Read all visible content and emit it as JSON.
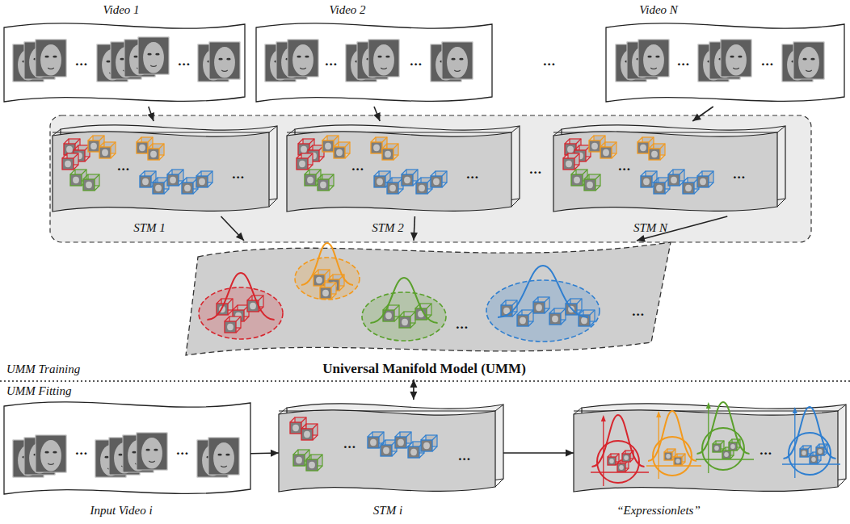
{
  "diagram": {
    "nodes": [
      {
        "text": [
          "Video 1",
          "...",
          "..."
        ]
      },
      {
        "text": [
          "Video 2",
          "...",
          "..."
        ]
      },
      {
        "text": [
          "Video N",
          "...",
          "..."
        ]
      },
      {
        "text": [
          "STM 1",
          "...",
          "..."
        ]
      },
      {
        "text": [
          "STM 2",
          "...",
          "..."
        ]
      },
      {
        "text": [
          "STM N",
          "...",
          "..."
        ]
      },
      {
        "text": [
          "Universal Manifold Model (UMM)",
          "...",
          "..."
        ]
      },
      {
        "text": [
          "Input Video i",
          "...",
          "..."
        ]
      },
      {
        "text": [
          "STM i",
          "...",
          "..."
        ]
      },
      {
        "text": [
          "“Expressionlets”",
          "..."
        ]
      }
    ],
    "edges": [
      {
        "from": 0,
        "to": 3,
        "arrow": "to"
      },
      {
        "from": 1,
        "to": 4,
        "arrow": "to"
      },
      {
        "from": 2,
        "to": 5,
        "arrow": "to"
      },
      {
        "from": 3,
        "to": 6,
        "arrow": "to"
      },
      {
        "from": 4,
        "to": 6,
        "arrow": "to"
      },
      {
        "from": 5,
        "to": 6,
        "arrow": "to"
      },
      {
        "from": 6,
        "to": 8,
        "arrow": "both"
      },
      {
        "from": 7,
        "to": 8,
        "arrow": "to"
      },
      {
        "from": 8,
        "to": 9,
        "arrow": "to"
      }
    ],
    "labels": [
      "UMM Training",
      "UMM Fitting",
      "...",
      "..."
    ]
  }
}
